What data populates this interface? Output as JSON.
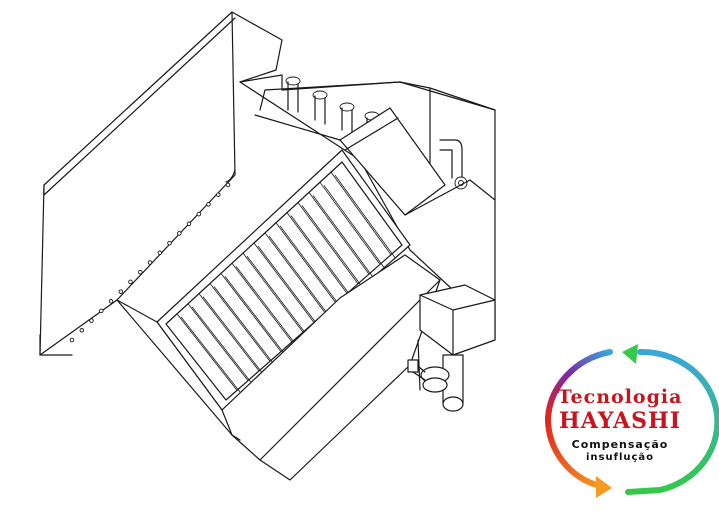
{
  "logo": {
    "line1": "Tecnologia",
    "line2": "HAYASHI",
    "line3": "Compensação",
    "line4": "insuflução",
    "text_color": "#c8141e",
    "ring_colors": [
      "#f59a23",
      "#e2241d",
      "#7a2aa5",
      "#3aa7d8",
      "#36c84a"
    ]
  }
}
